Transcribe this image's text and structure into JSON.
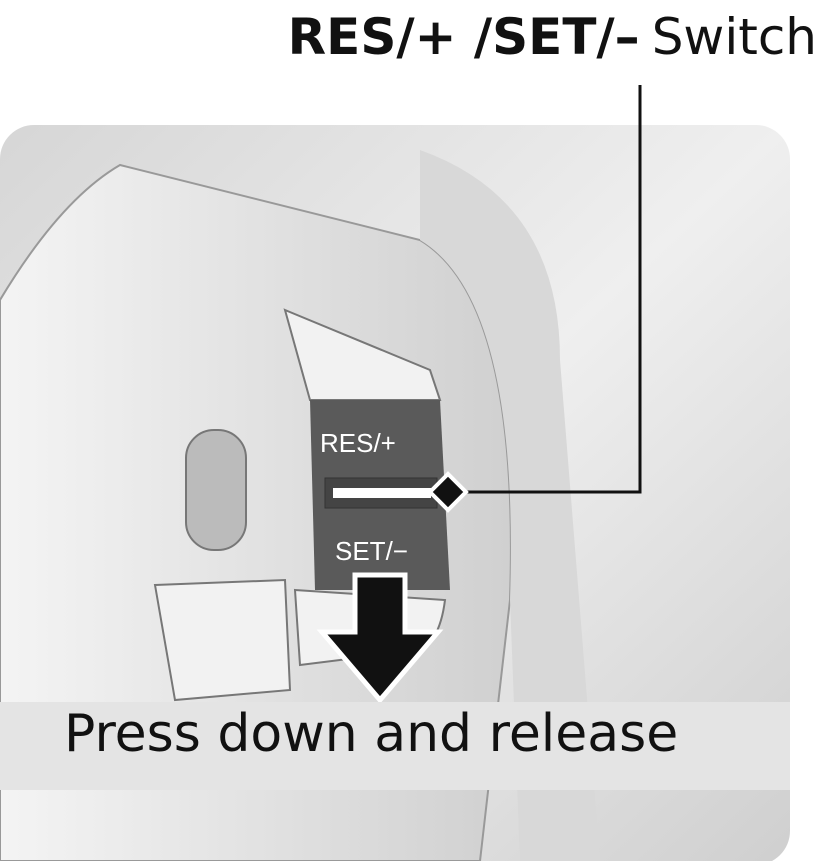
{
  "title": {
    "bold": "RES/+ /SET/–",
    "normal": "Switch"
  },
  "switch": {
    "upper_label": "RES/+",
    "lower_label": "SET/−"
  },
  "caption": "Press down and release",
  "colors": {
    "switch": "#5a5a5a",
    "ink": "#111111",
    "panel": "#e4e4e4"
  }
}
